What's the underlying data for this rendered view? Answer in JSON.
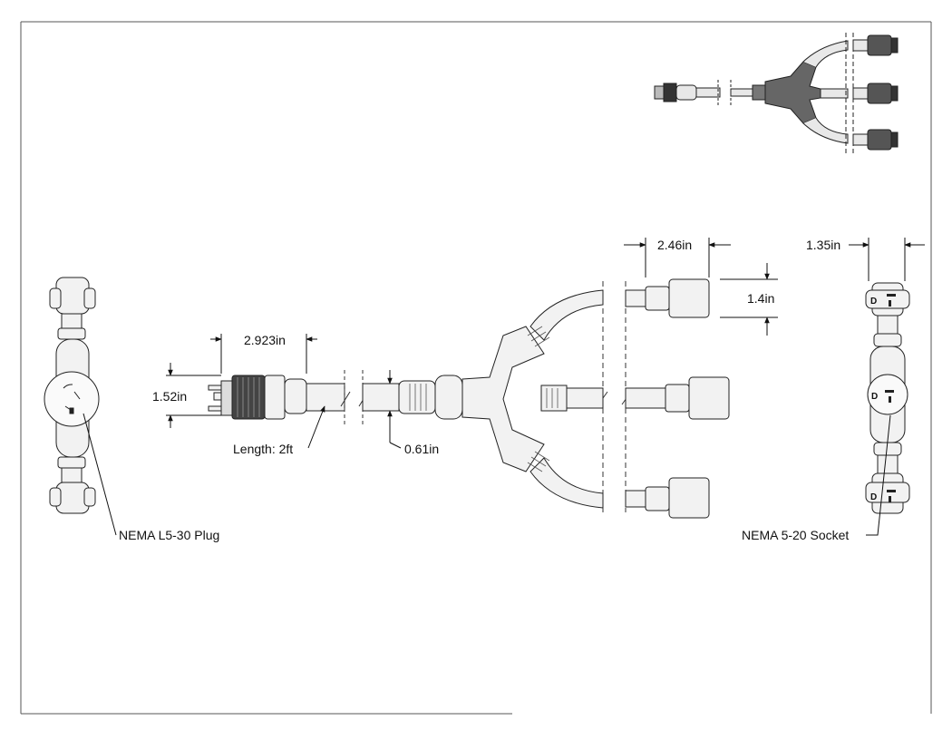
{
  "drawing": {
    "dimensions": {
      "plug_length": "2.923in",
      "plug_diameter": "1.52in",
      "cable_length": "Length: 2ft",
      "cable_diameter": "0.61in",
      "socket_length": "2.46in",
      "socket_height": "1.4in",
      "socket_width": "1.35in"
    },
    "callouts": {
      "plug": "NEMA L5-30 Plug",
      "socket": "NEMA 5-20 Socket"
    },
    "socket_face_letter": "D"
  }
}
